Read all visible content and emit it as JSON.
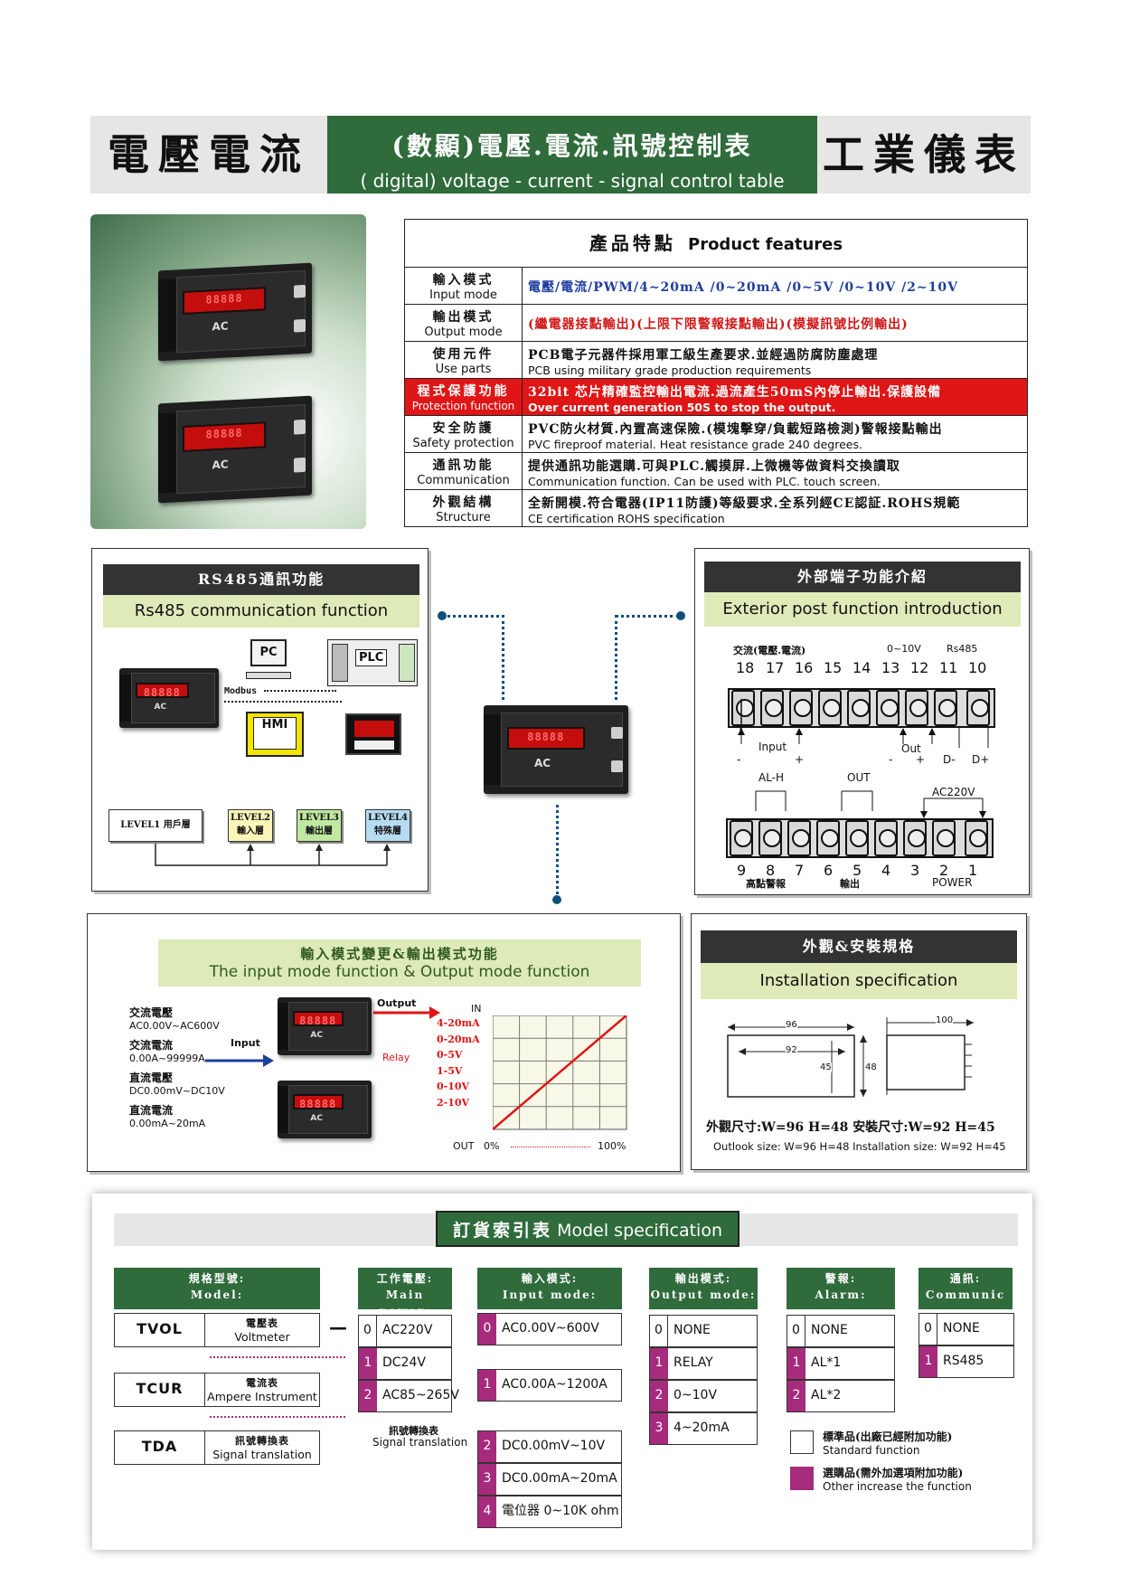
{
  "header": {
    "left_title": "電壓電流",
    "center_title": "(數顯)電壓.電流.訊號控制表",
    "center_subtitle": "( digital) voltage - current - signal control table",
    "right_title": "工業儀表"
  },
  "features": {
    "title_zh": "產品特點",
    "title_en": "Product features",
    "rows": [
      {
        "label_zh": "輸入模式",
        "label_en": "Input mode",
        "value_zh": "電壓/電流/PWM/4~20mA /0~20mA /0~5V /0~10V /2~10V",
        "value_en": ""
      },
      {
        "label_zh": "輸出模式",
        "label_en": "Output mode",
        "value_zh": "(繼電器接點輸出)(上限下限警報接點輸出)(模擬訊號比例輸出)",
        "value_en": ""
      },
      {
        "label_zh": "使用元件",
        "label_en": "Use parts",
        "value_zh": "PCB電子元器件採用軍工級生產要求.並經過防腐防塵處理",
        "value_en": "PCB using military grade production requirements"
      },
      {
        "label_zh": "程式保護功能",
        "label_en": "Protection function",
        "value_zh": "32bit 芯片精確監控輸出電流.過流產生50mS內停止輸出.保護設備",
        "value_en": "Over current generation 50S to stop the output."
      },
      {
        "label_zh": "安全防護",
        "label_en": "Safety protection",
        "value_zh": "PVC防火材質.內置高速保險.(模塊擊穿/負載短路檢測)警報接點輸出",
        "value_en": "PVC fireproof material. Heat resistance grade 240 degrees."
      },
      {
        "label_zh": "通訊功能",
        "label_en": "Communication",
        "value_zh": "提供通訊功能選購.可與PLC.觸摸屏.上微機等做資料交換讀取",
        "value_en": "Communication function. Can be used with PLC. touch screen."
      },
      {
        "label_zh": "外觀結構",
        "label_en": "Structure",
        "value_zh": "全新開模.符合電器(IP11防護)等級要求.全系列經CE認証.ROHS規範",
        "value_en": "CE certification  ROHS specification"
      }
    ]
  },
  "rs485": {
    "title_zh": "RS485通訊功能",
    "title_en": "Rs485 communication function",
    "pc": "PC",
    "plc": "PLC",
    "hmi": "HMI",
    "modbus": "Modbus",
    "levels": [
      {
        "en": "LEVEL1",
        "zh": "用戶層",
        "color": "#ffffff"
      },
      {
        "en": "LEVEL2",
        "zh": "輸入層",
        "color": "#fbf6b8"
      },
      {
        "en": "LEVEL3",
        "zh": "輸出層",
        "color": "#bfe8a0"
      },
      {
        "en": "LEVEL4",
        "zh": "特殊層",
        "color": "#b6dcf2"
      }
    ]
  },
  "exterior": {
    "title_zh": "外部端子功能介紹",
    "title_en": "Exterior post function introduction",
    "top_group_labels": [
      "交流(電壓.電流)",
      "0~10V",
      "Rs485"
    ],
    "top_numbers": [
      "18",
      "17",
      "16",
      "15",
      "14",
      "13",
      "12",
      "11",
      "10"
    ],
    "top_sub_labels": [
      "Input",
      "-",
      "+",
      "Out",
      "-",
      "+",
      "D-",
      "D+"
    ],
    "mid_labels": [
      "AL-H",
      "OUT",
      "AC220V"
    ],
    "bottom_numbers": [
      "9",
      "8",
      "7",
      "6",
      "5",
      "4",
      "3",
      "2",
      "1"
    ],
    "bottom_group_labels": [
      "高點警報",
      "輸出",
      "POWER"
    ]
  },
  "io_mode": {
    "title_zh": "輸入模式變更&輸出模式功能",
    "title_en": "The input mode function & Output mode function",
    "inputs": [
      {
        "zh": "交流電壓",
        "range": "AC0.00V~AC600V"
      },
      {
        "zh": "交流電流",
        "range": "0.00A~99999A"
      },
      {
        "zh": "直流電壓",
        "range": "DC0.00mV~DC10V"
      },
      {
        "zh": "直流電流",
        "range": "0.00mA~20mA"
      }
    ],
    "input_label": "Input",
    "output_label": "Output",
    "relay_label": "Relay",
    "in_label": "IN",
    "out_ranges": [
      "4-20mA",
      "0-20mA",
      "0-5V",
      "1-5V",
      "0-10V",
      "2-10V"
    ],
    "x_axis": [
      "OUT",
      "0%",
      "100%"
    ]
  },
  "install": {
    "title_zh": "外觀&安裝規格",
    "title_en": "Installation specification",
    "dims": {
      "w": "96",
      "inner_w": "92",
      "inner_h": "45",
      "h": "48",
      "depth": "100"
    },
    "size_zh": "外觀尺寸:W=96 H=48 安裝尺寸:W=92 H=45",
    "size_en": "Outlook size: W=96 H=48   Installation size: W=92 H=45"
  },
  "model": {
    "title_zh": "訂貨索引表",
    "title_en": "Model specification",
    "headers": {
      "model": {
        "zh": "規格型號:",
        "en": "Model:"
      },
      "power": {
        "zh": "工作電壓:",
        "en": "Main power:"
      },
      "input": {
        "zh": "輸入模式:",
        "en": "Input mode:"
      },
      "output": {
        "zh": "輸出模式:",
        "en": "Output mode:"
      },
      "alarm": {
        "zh": "警報:",
        "en": "Alarm:"
      },
      "comm": {
        "zh": "通訊:",
        "en": "Communic"
      }
    },
    "models": [
      {
        "code": "TVOL",
        "zh": "電壓表",
        "en": "Voltmeter"
      },
      {
        "code": "TCUR",
        "zh": "電流表",
        "en": "Ampere Instrument"
      },
      {
        "code": "TDA",
        "zh": "訊號轉換表",
        "en": "Signal translation"
      }
    ],
    "dash": "—",
    "power": [
      {
        "n": "0",
        "v": "AC220V"
      },
      {
        "n": "1",
        "v": "DC24V"
      },
      {
        "n": "2",
        "v": "AC85~265V"
      }
    ],
    "input_opts": [
      {
        "n": "0",
        "v": "AC0.00V~600V"
      },
      {
        "n": "1",
        "v": "AC0.00A~1200A"
      },
      {
        "n": "2",
        "v": "DC0.00mV~10V"
      },
      {
        "n": "3",
        "v": "DC0.00mA~20mA"
      },
      {
        "n": "4",
        "v": "電位器 0~10K ohm"
      }
    ],
    "input_note_zh": "訊號轉換表",
    "input_note_en": "Signal translation",
    "output_opts": [
      {
        "n": "0",
        "v": "NONE"
      },
      {
        "n": "1",
        "v": "RELAY"
      },
      {
        "n": "2",
        "v": "0~10V"
      },
      {
        "n": "3",
        "v": "4~20mA"
      }
    ],
    "alarm_opts": [
      {
        "n": "0",
        "v": "NONE"
      },
      {
        "n": "1",
        "v": "AL*1"
      },
      {
        "n": "2",
        "v": "AL*2"
      }
    ],
    "comm_opts": [
      {
        "n": "0",
        "v": "NONE"
      },
      {
        "n": "1",
        "v": "RS485"
      }
    ],
    "legend": [
      {
        "zh": "標準品(出廠已經附加功能)",
        "en": "Standard function",
        "color": "#ffffff"
      },
      {
        "zh": "選購品(需外加選項附加功能)",
        "en": "Other increase the function",
        "color": "#a72b7c"
      }
    ]
  }
}
